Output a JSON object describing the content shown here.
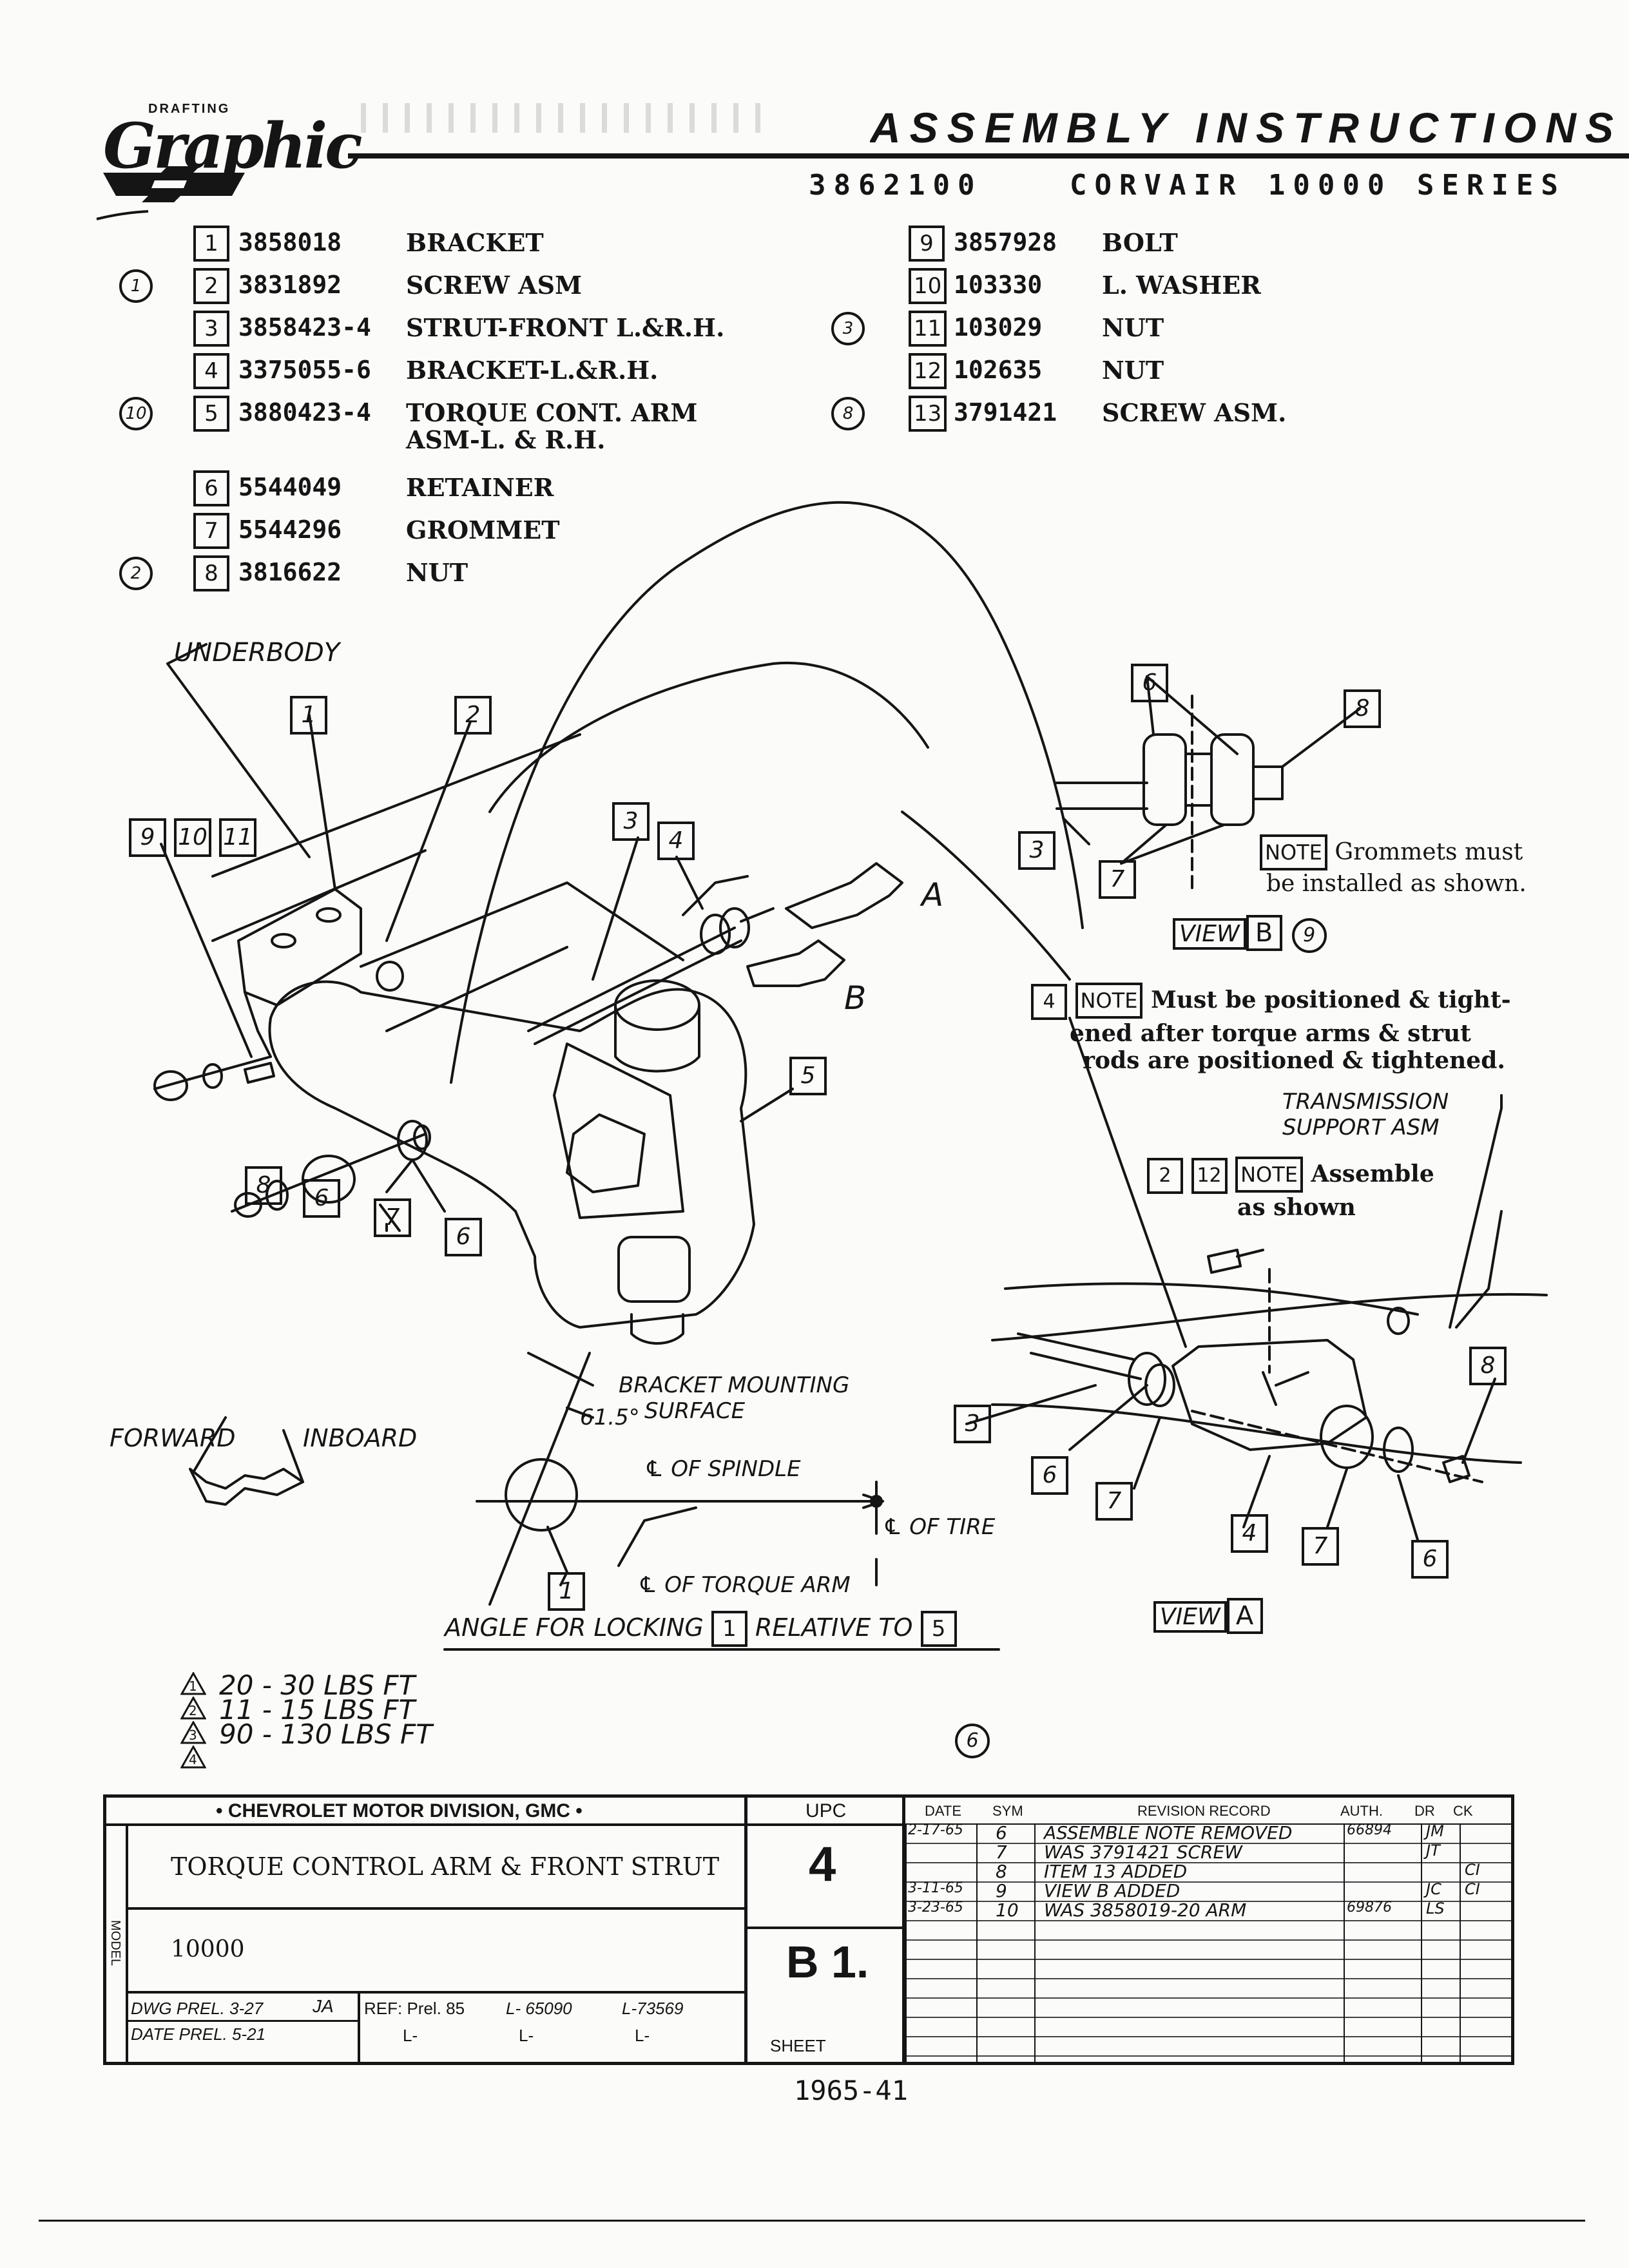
{
  "header": {
    "logo_small": "DRAFTING",
    "logo_script": "Graphic",
    "title": "ASSEMBLY INSTRUCTIONS",
    "drawing_number": "3862100",
    "series": "CORVAIR 10000 SERIES"
  },
  "parts_left": [
    {
      "num": "1",
      "part": "3858018",
      "desc": "BRACKET",
      "mark": ""
    },
    {
      "num": "2",
      "part": "3831892",
      "desc": "SCREW ASM",
      "mark": "1"
    },
    {
      "num": "3",
      "part": "3858423-4",
      "desc": "STRUT-FRONT L.&R.H.",
      "mark": ""
    },
    {
      "num": "4",
      "part": "3375055-6",
      "desc": "BRACKET-L.&R.H.",
      "mark": ""
    },
    {
      "num": "5",
      "part": "3880423-4",
      "desc": "TORQUE CONT. ARM",
      "desc2": "ASM-L. & R.H.",
      "mark": "10"
    },
    {
      "num": "6",
      "part": "5544049",
      "desc": "RETAINER",
      "mark": ""
    },
    {
      "num": "7",
      "part": "5544296",
      "desc": "GROMMET",
      "mark": ""
    },
    {
      "num": "8",
      "part": "3816622",
      "desc": "NUT",
      "mark": "2"
    }
  ],
  "parts_right": [
    {
      "num": "9",
      "part": "3857928",
      "desc": "BOLT",
      "mark": ""
    },
    {
      "num": "10",
      "part": "103330",
      "desc": "L. WASHER",
      "mark": ""
    },
    {
      "num": "11",
      "part": "103029",
      "desc": "NUT",
      "mark": "3"
    },
    {
      "num": "12",
      "part": "102635",
      "desc": "NUT",
      "mark": ""
    },
    {
      "num": "13",
      "part": "3791421",
      "desc": "SCREW ASM.",
      "mark": "8"
    }
  ],
  "labels": {
    "underbody": "UNDERBODY",
    "arrow_a": "A",
    "arrow_b": "B",
    "forward": "FORWARD",
    "inboard": "INBOARD",
    "bracket_mounting": "BRACKET MOUNTING",
    "surface": "SURFACE",
    "angle": "61.5°",
    "spindle": "℄ OF SPINDLE",
    "tire": "℄ OF TIRE",
    "torque_arm": "℄ OF TORQUE ARM",
    "angle_caption_1": "ANGLE FOR LOCKING",
    "angle_caption_2": "RELATIVE TO",
    "transmission_1": "TRANSMISSION",
    "transmission_2": "SUPPORT ASM",
    "view_b": "VIEW",
    "view_b_letter": "B",
    "view_b_mark": "9",
    "view_a": "VIEW",
    "view_a_letter": "A",
    "sheet_mark": "6"
  },
  "notes": {
    "note_word": "NOTE",
    "grommets_1": "Grommets must",
    "grommets_2": "be installed as shown.",
    "positioned_1": "Must be positioned & tight-",
    "positioned_2": "ened after torque arms & strut",
    "positioned_3": "rods are positioned & tightened.",
    "assemble_1": "Assemble",
    "assemble_2": "as shown"
  },
  "torques": [
    {
      "mark": "1",
      "text": "20 - 30 LBS FT"
    },
    {
      "mark": "2",
      "text": "11 - 15 LBS FT"
    },
    {
      "mark": "3",
      "text": "90 - 130 LBS FT"
    },
    {
      "mark": "4",
      "text": ""
    }
  ],
  "title_block": {
    "division": "• CHEVROLET MOTOR DIVISION, GMC •",
    "upc_label": "UPC",
    "upc": "4",
    "group": "B 1.",
    "sheet": "SHEET",
    "title": "TORQUE CONTROL ARM & FRONT STRUT",
    "model_label": "MODEL",
    "model": "10000",
    "dwg": "DWG PREL. 3-27",
    "dwg_init": "JA",
    "date": "DATE PREL. 5-21",
    "ref": "REF: Prel. 85",
    "ref_l1": "L- 65090",
    "ref_l2": "L-73569",
    "ref_l3": "L-",
    "ref_l4": "L-",
    "ref_l5": "L-",
    "col_date": "DATE",
    "col_sym": "SYM",
    "col_rev": "REVISION RECORD",
    "col_auth": "AUTH.",
    "col_dr": "DR",
    "col_ck": "CK",
    "revisions": [
      {
        "date": "2-17-65",
        "sym": "6",
        "text": "ASSEMBLE NOTE REMOVED",
        "auth": "66894",
        "dr": "JM",
        "ck": ""
      },
      {
        "date": "",
        "sym": "7",
        "text": "WAS 3791421 SCREW",
        "auth": "",
        "dr": "JT",
        "ck": ""
      },
      {
        "date": "",
        "sym": "8",
        "text": "ITEM 13 ADDED",
        "auth": "",
        "dr": "",
        "ck": "CI"
      },
      {
        "date": "3-11-65",
        "sym": "9",
        "text": "VIEW B ADDED",
        "auth": "",
        "dr": "JC",
        "ck": "CI"
      },
      {
        "date": "3-23-65",
        "sym": "10",
        "text": "WAS 3858019-20 ARM",
        "auth": "69876",
        "dr": "LS",
        "ck": ""
      }
    ]
  },
  "page_number": "1965-41"
}
